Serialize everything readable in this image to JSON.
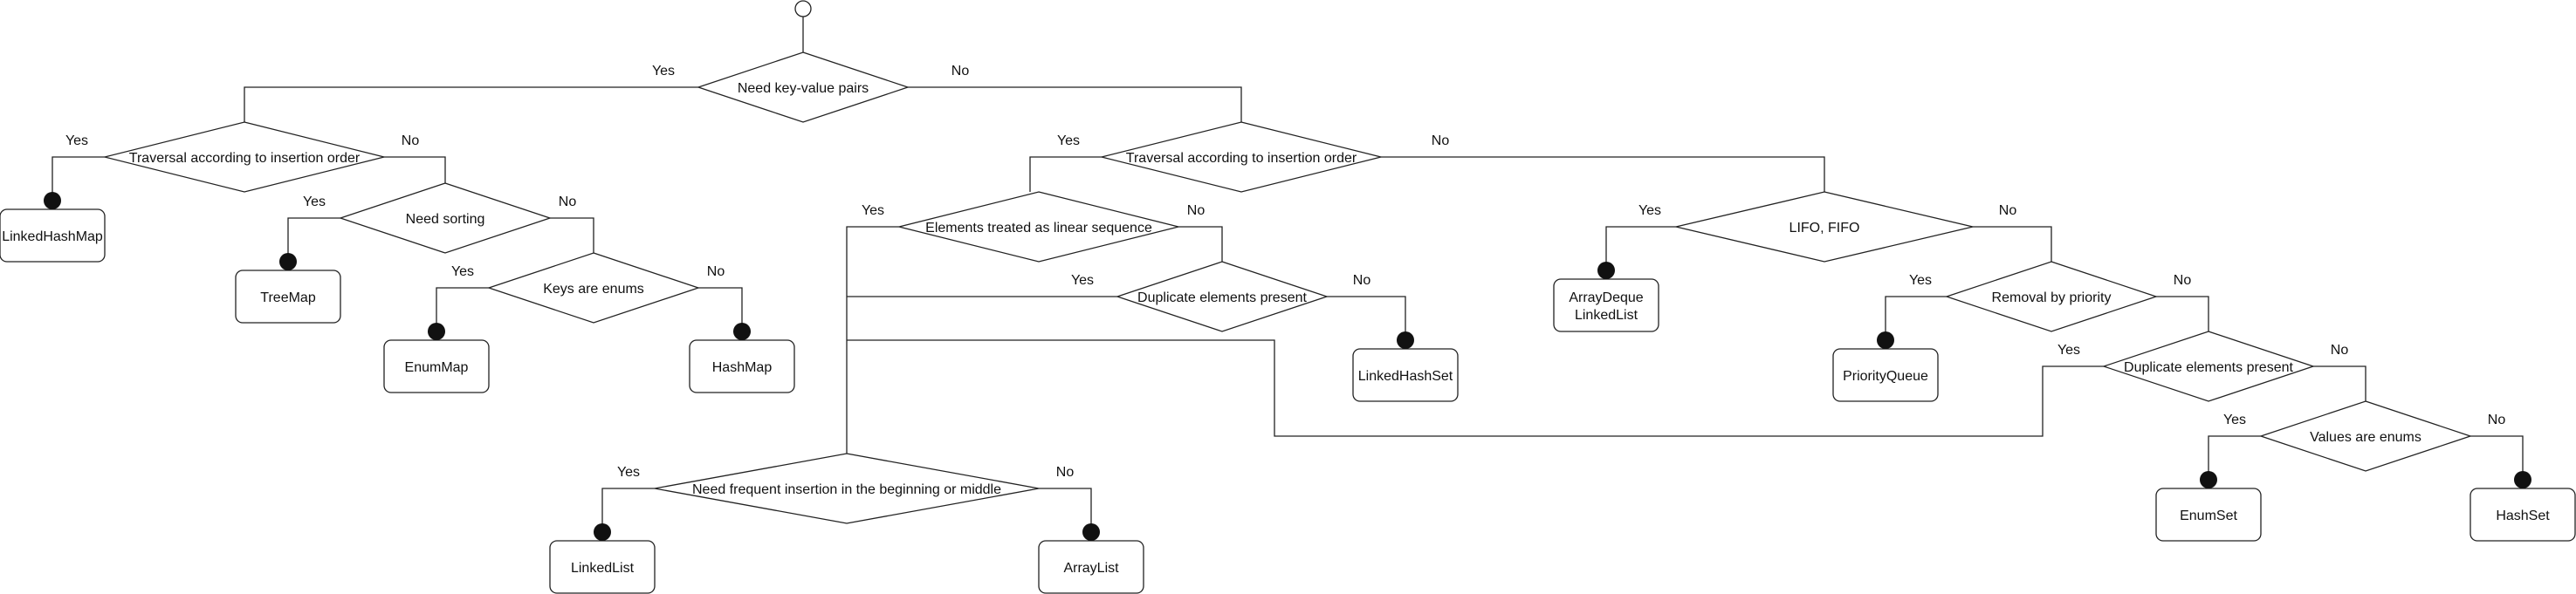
{
  "diagram": {
    "start_node": "start",
    "nodes": [
      {
        "id": "q_kv",
        "type": "decision",
        "label": "Need key-value pairs"
      },
      {
        "id": "q_ins_map",
        "type": "decision",
        "label": "Traversal according to insertion order"
      },
      {
        "id": "q_sort",
        "type": "decision",
        "label": "Need sorting"
      },
      {
        "id": "q_enum_keys",
        "type": "decision",
        "label": "Keys are enums"
      },
      {
        "id": "q_ins_col",
        "type": "decision",
        "label": "Traversal according to insertion order"
      },
      {
        "id": "q_linear",
        "type": "decision",
        "label": "Elements treated as linear sequence"
      },
      {
        "id": "q_dup1",
        "type": "decision",
        "label": "Duplicate elements present"
      },
      {
        "id": "q_front",
        "type": "decision",
        "label": "Need frequent insertion in the beginning or middle"
      },
      {
        "id": "q_lifo",
        "type": "decision",
        "label": "LIFO, FIFO"
      },
      {
        "id": "q_prio",
        "type": "decision",
        "label": "Removal by priority"
      },
      {
        "id": "q_dup2",
        "type": "decision",
        "label": "Duplicate elements present"
      },
      {
        "id": "q_enum_vals",
        "type": "decision",
        "label": "Values are enums"
      },
      {
        "id": "r_lhm",
        "type": "result",
        "label": "LinkedHashMap"
      },
      {
        "id": "r_treemap",
        "type": "result",
        "label": "TreeMap"
      },
      {
        "id": "r_enummap",
        "type": "result",
        "label": "EnumMap"
      },
      {
        "id": "r_hashmap",
        "type": "result",
        "label": "HashMap"
      },
      {
        "id": "r_lhs",
        "type": "result",
        "label": "LinkedHashSet"
      },
      {
        "id": "r_arraydeque",
        "type": "result",
        "label": "ArrayDeque\nLinkedList"
      },
      {
        "id": "r_pq",
        "type": "result",
        "label": "PriorityQueue"
      },
      {
        "id": "r_linkedlist",
        "type": "result",
        "label": "LinkedList"
      },
      {
        "id": "r_arraylist",
        "type": "result",
        "label": "ArrayList"
      },
      {
        "id": "r_enumset",
        "type": "result",
        "label": "EnumSet"
      },
      {
        "id": "r_hashset",
        "type": "result",
        "label": "HashSet"
      }
    ],
    "edges": [
      {
        "id": "e1",
        "label": "Yes"
      },
      {
        "id": "e2",
        "label": "No"
      },
      {
        "id": "e3",
        "label": "Yes"
      },
      {
        "id": "e4",
        "label": "No"
      },
      {
        "id": "e5",
        "label": "Yes"
      },
      {
        "id": "e6",
        "label": "No"
      },
      {
        "id": "e7",
        "label": "Yes"
      },
      {
        "id": "e8",
        "label": "No"
      },
      {
        "id": "e9",
        "label": "Yes"
      },
      {
        "id": "e10",
        "label": "No"
      },
      {
        "id": "e11",
        "label": "Yes"
      },
      {
        "id": "e12",
        "label": "No"
      },
      {
        "id": "e13",
        "label": "Yes"
      },
      {
        "id": "e14",
        "label": "No"
      },
      {
        "id": "e15",
        "label": "Yes"
      },
      {
        "id": "e16",
        "label": "No"
      },
      {
        "id": "e17",
        "label": "Yes"
      },
      {
        "id": "e18",
        "label": "No"
      },
      {
        "id": "e19",
        "label": "Yes"
      },
      {
        "id": "e20",
        "label": "No"
      },
      {
        "id": "e21",
        "label": "Yes"
      },
      {
        "id": "e22",
        "label": "No"
      },
      {
        "id": "e23",
        "label": "Yes"
      },
      {
        "id": "e24",
        "label": "No"
      }
    ]
  }
}
